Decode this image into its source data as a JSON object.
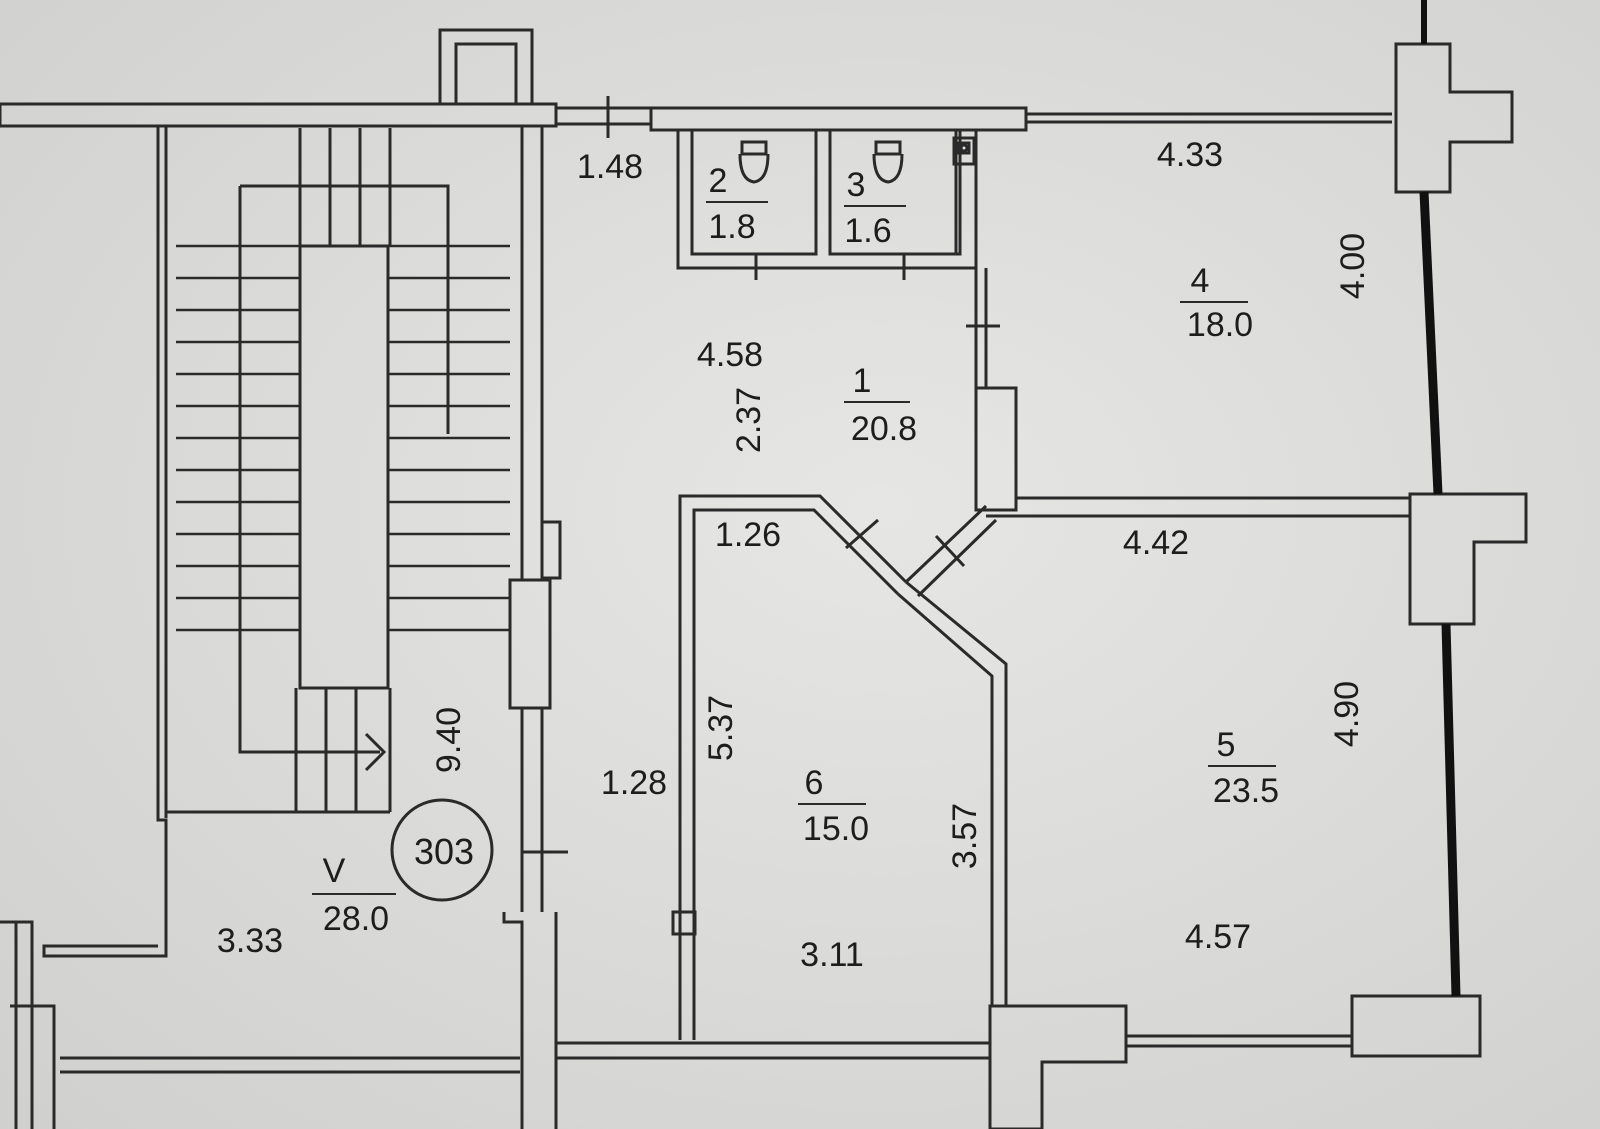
{
  "plan": {
    "apartment_number": "303",
    "rooms": [
      {
        "id": "1",
        "area": "20.8"
      },
      {
        "id": "2",
        "area": "1.8"
      },
      {
        "id": "3",
        "area": "1.6"
      },
      {
        "id": "4",
        "area": "18.0"
      },
      {
        "id": "5",
        "area": "23.5"
      },
      {
        "id": "6",
        "area": "15.0"
      },
      {
        "id": "V",
        "area": "28.0"
      }
    ],
    "dimensions": {
      "d_148": "1.48",
      "d_433": "4.33",
      "d_400": "4.00",
      "d_458": "4.58",
      "d_237": "2.37",
      "d_126": "1.26",
      "d_442": "4.42",
      "d_490": "4.90",
      "d_940": "9.40",
      "d_128": "1.28",
      "d_537": "5.37",
      "d_357": "3.57",
      "d_311": "3.11",
      "d_457": "4.57",
      "d_333": "3.33"
    }
  },
  "colors": {
    "paper": "#dcdcda",
    "line": "#2a2a2a",
    "outer_wall": "#111111"
  }
}
